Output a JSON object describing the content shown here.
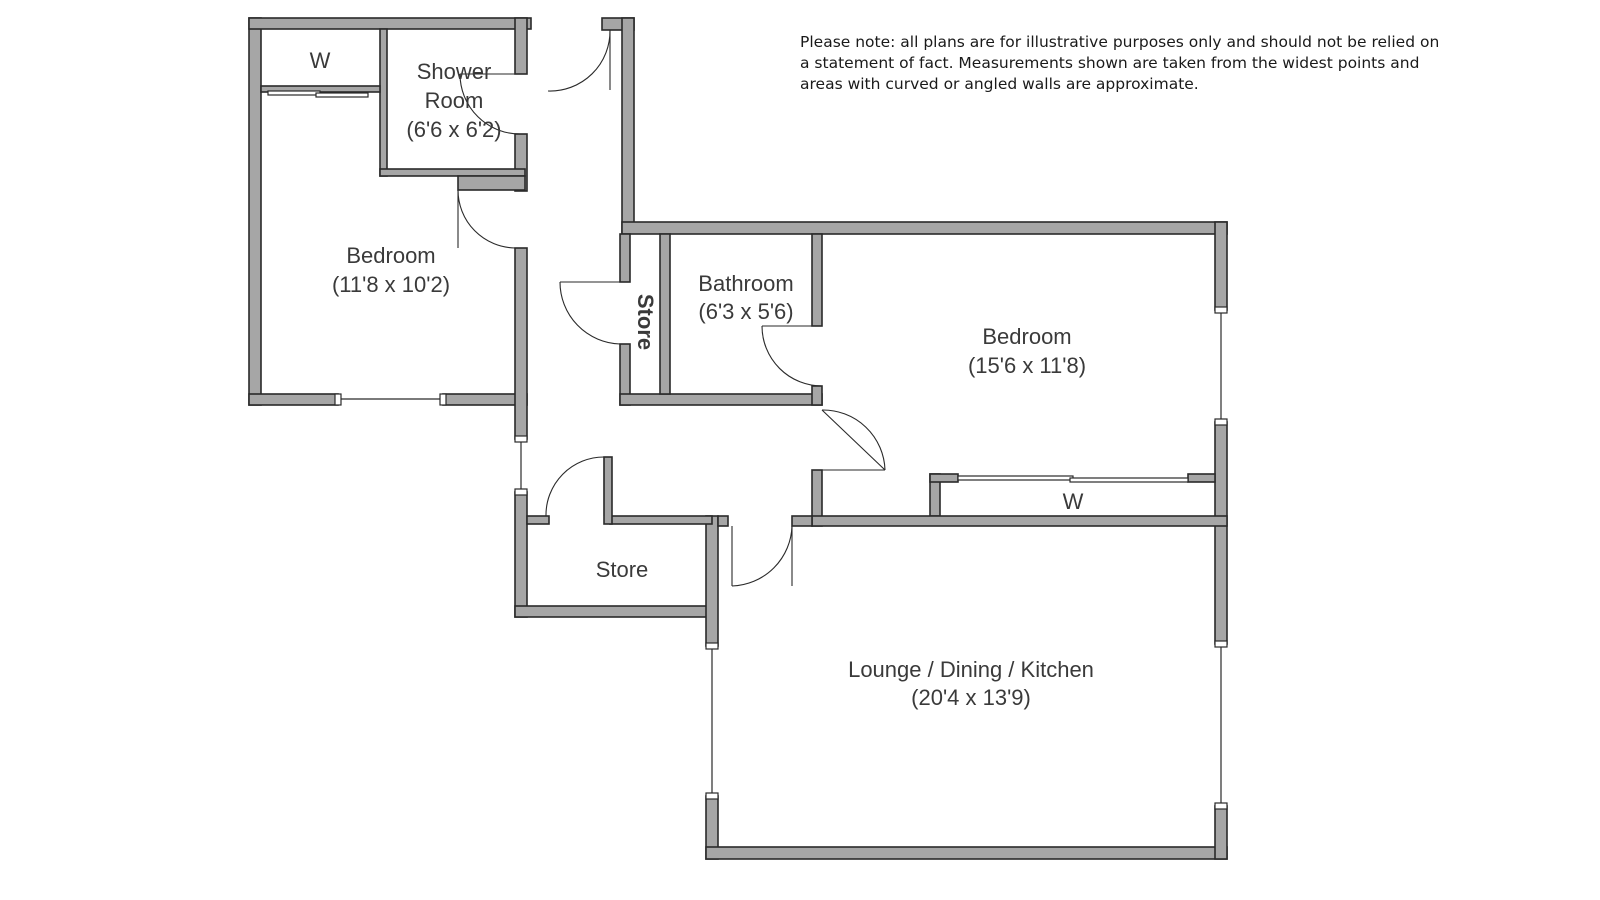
{
  "disclaimer": "Please note: all plans are for illustrative purposes only and should not be relied on a statement of fact. Measurements shown are taken from the widest points and areas with curved or angled walls are approximate.",
  "rooms": {
    "wardrobe_left": {
      "name": "W"
    },
    "shower_room": {
      "name_line1": "Shower",
      "name_line2": "Room",
      "size": "(6'6 x 6'2)"
    },
    "bedroom_left": {
      "name": "Bedroom",
      "size": "(11'8 x 10'2)"
    },
    "store_vertical": {
      "name": "Store"
    },
    "bathroom": {
      "name": "Bathroom",
      "size": "(6'3 x 5'6)"
    },
    "bedroom_right": {
      "name": "Bedroom",
      "size": "(15'6 x 11'8)"
    },
    "wardrobe_right": {
      "name": "W"
    },
    "store_lower": {
      "name": "Store"
    },
    "lounge": {
      "name": "Lounge / Dining / Kitchen",
      "size": "(20'4 x 13'9)"
    }
  }
}
